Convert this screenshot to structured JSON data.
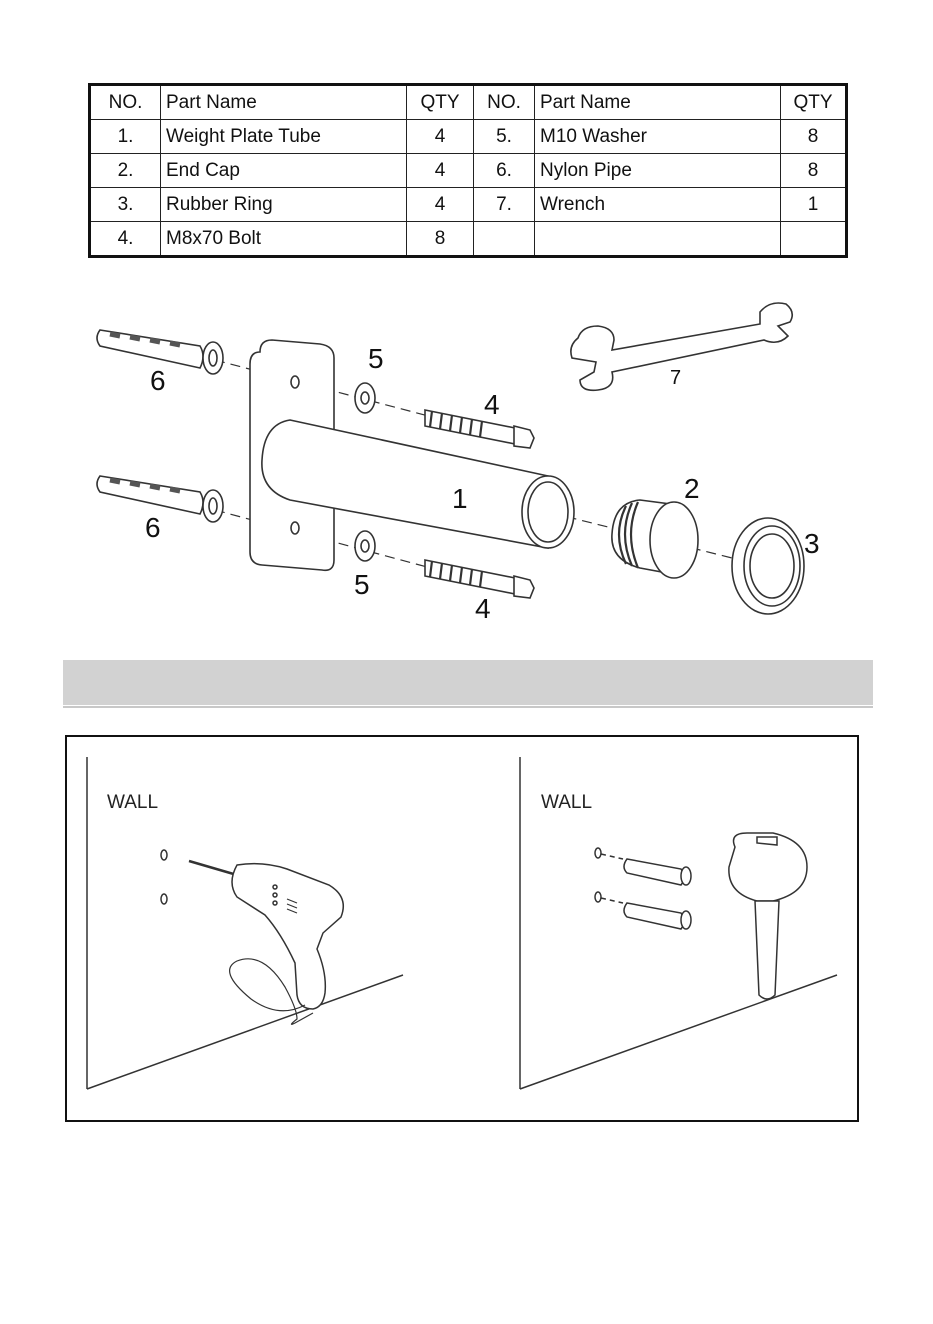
{
  "parts_table": {
    "headers": {
      "no_left": "NO.",
      "name_left": "Part Name",
      "qty_left": "QTY",
      "no_right": "NO.",
      "name_right": "Part Name",
      "qty_right": "QTY"
    },
    "rows": [
      {
        "no_l": "1.",
        "name_l": "Weight Plate Tube",
        "qty_l": "4",
        "no_r": "5.",
        "name_r": "M10 Washer",
        "qty_r": "8"
      },
      {
        "no_l": "2.",
        "name_l": "End Cap",
        "qty_l": "4",
        "no_r": "6.",
        "name_r": "Nylon Pipe",
        "qty_r": "8"
      },
      {
        "no_l": "3.",
        "name_l": "Rubber Ring",
        "qty_l": "4",
        "no_r": "7.",
        "name_r": "Wrench",
        "qty_r": "1"
      },
      {
        "no_l": "4.",
        "name_l": "M8x70 Bolt",
        "qty_l": "8",
        "no_r": "",
        "name_r": "",
        "qty_r": ""
      }
    ]
  },
  "diagram_labels": {
    "anchor_top": "6",
    "anchor_bottom": "6",
    "washer_top": "5",
    "washer_bottom": "5",
    "bolt_top": "4",
    "bolt_bottom": "4",
    "tube": "1",
    "end_cap": "2",
    "rubber_ring": "3",
    "wrench": "7"
  },
  "step_panel": {
    "left_wall_label": "WALL",
    "right_wall_label": "WALL"
  }
}
